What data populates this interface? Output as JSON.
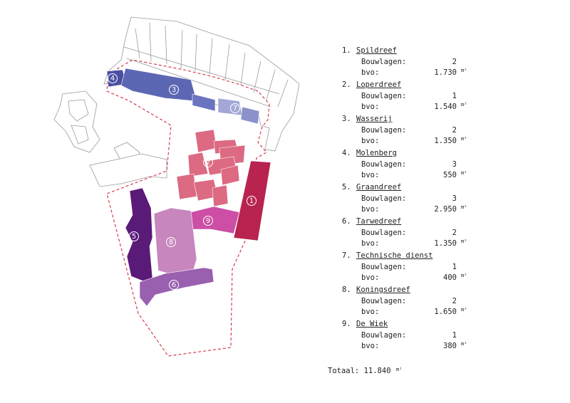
{
  "buildings": [
    {
      "number": "1.",
      "marker": "1",
      "name": "Spildreef",
      "floors_label": "Bouwlagen:",
      "floors": "2",
      "area_label": "bvo:",
      "area": "1.730",
      "area_unit": "m²",
      "color": "#b8234f"
    },
    {
      "number": "2.",
      "marker": "2",
      "name": "Loperdreef",
      "floors_label": "Bouwlagen:",
      "floors": "1",
      "area_label": "bvo:",
      "area": "1.540",
      "area_unit": "m²",
      "color": "#db6a82"
    },
    {
      "number": "3.",
      "marker": "3",
      "name": "Wasserij",
      "floors_label": "Bouwlagen:",
      "floors": "2",
      "area_label": "bvo:",
      "area": "1.350",
      "area_unit": "m²",
      "color": "#5c67b4"
    },
    {
      "number": "4.",
      "marker": "4",
      "name": "Molenberg",
      "floors_label": "Bouwlagen:",
      "floors": "3",
      "area_label": "bvo:",
      "area": "550",
      "area_unit": "m²",
      "color": "#4b4fa3"
    },
    {
      "number": "5.",
      "marker": "5",
      "name": "Graandreef",
      "floors_label": "Bouwlagen:",
      "floors": "3",
      "area_label": "bvo:",
      "area": "2.950",
      "area_unit": "m²",
      "color": "#5a1a78"
    },
    {
      "number": "6.",
      "marker": "6",
      "name": "Tarwedreef",
      "floors_label": "Bouwlagen:",
      "floors": "2",
      "area_label": "bvo:",
      "area": "1.350",
      "area_unit": "m²",
      "color": "#9a60b0"
    },
    {
      "number": "7.",
      "marker": "7",
      "name": "Technische dienst",
      "floors_label": "Bouwlagen:",
      "floors": "1",
      "area_label": "bvo:",
      "area": "400",
      "area_unit": "m²",
      "color": "#a3a7d6"
    },
    {
      "number": "8.",
      "marker": "8",
      "name": "Koningsdreef",
      "floors_label": "Bouwlagen:",
      "floors": "2",
      "area_label": "bvo:",
      "area": "1.650",
      "area_unit": "m²",
      "color": "#c786bd"
    },
    {
      "number": "9.",
      "marker": "9",
      "name": "De Wiek",
      "floors_label": "Bouwlagen:",
      "floors": "1",
      "area_label": "bvo:",
      "area": "380",
      "area_unit": "m²",
      "color": "#cc4fa5"
    }
  ],
  "total": {
    "label": "Totaal:",
    "value": "11.840",
    "unit": "m²"
  },
  "colors": {
    "boundary": "#d42a3c",
    "context_outline": "#9a9a9a"
  }
}
